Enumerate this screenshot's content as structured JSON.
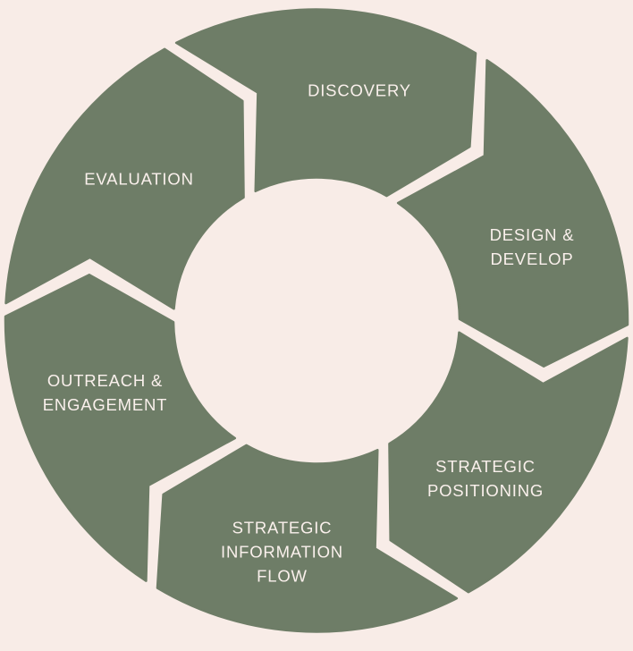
{
  "page": {
    "background": "#f8ece7"
  },
  "diagram": {
    "type": "cycle",
    "direction": "clockwise",
    "segment_count": 6,
    "colors": {
      "segment": "#6e7d67",
      "label_text": "#faf0ec",
      "background": "#f8ece7"
    },
    "segments": [
      {
        "id": "discovery",
        "label": "DISCOVERY",
        "lines": [
          "DISCOVERY"
        ]
      },
      {
        "id": "design-develop",
        "label": "DESIGN & DEVELOP",
        "lines": [
          "DESIGN &",
          "DEVELOP"
        ]
      },
      {
        "id": "strategic-positioning",
        "label": "STRATEGIC POSITIONING",
        "lines": [
          "STRATEGIC",
          "POSITIONING"
        ]
      },
      {
        "id": "strategic-information-flow",
        "label": "STRATEGIC INFORMATION FLOW",
        "lines": [
          "STRATEGIC",
          "INFORMATION",
          "FLOW"
        ]
      },
      {
        "id": "outreach-engagement",
        "label": "OUTREACH & ENGAGEMENT",
        "lines": [
          "OUTREACH &",
          "ENGAGEMENT"
        ]
      },
      {
        "id": "evaluation",
        "label": "EVALUATION",
        "lines": [
          "EVALUATION"
        ]
      }
    ]
  }
}
